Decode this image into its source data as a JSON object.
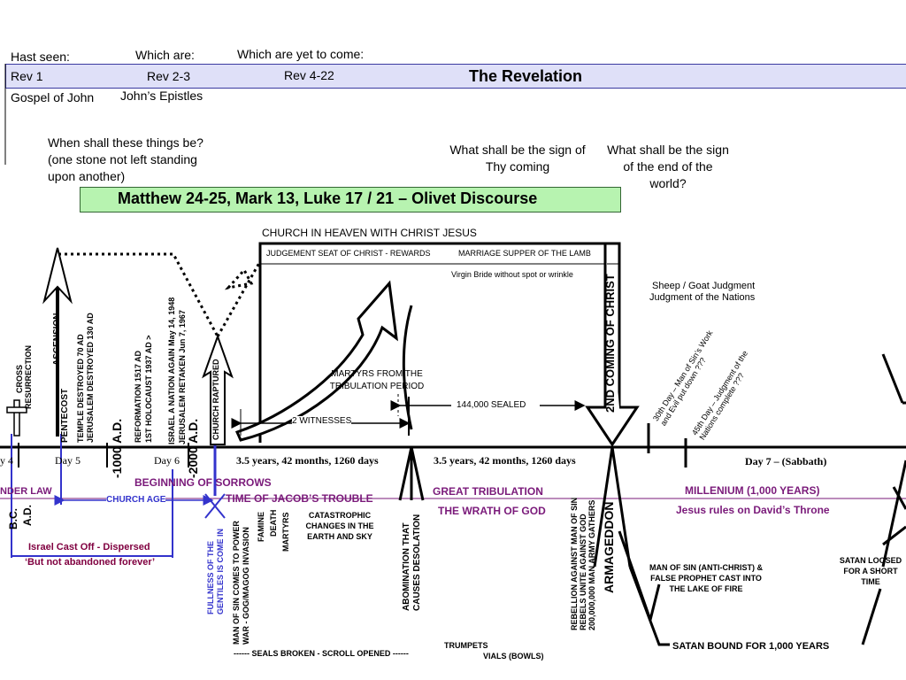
{
  "header": {
    "hast_seen": "Hast seen:",
    "which_are": "Which are:",
    "yet_to_come": "Which are yet to come:",
    "rev1": "Rev 1",
    "rev23": "Rev 2-3",
    "rev422": "Rev 4-22",
    "revelation": "The Revelation",
    "gospel_john": "Gospel of John",
    "johns_epistles": "John’s Epistles"
  },
  "questions": {
    "q1": "When shall these things be?  (one stone not left standing upon another)",
    "q2": "What shall be the sign of Thy coming",
    "q3": "What shall be the sign of the end of the world?"
  },
  "olivet": "Matthew 24-25, Mark 13, Luke 17 / 21 – Olivet Discourse",
  "heaven": {
    "church_in_heaven": "CHURCH IN HEAVEN WITH CHRIST JESUS",
    "judgement_seat": "JUDGEMENT SEAT OF CHRIST - REWARDS",
    "marriage_supper": "MARRIAGE SUPPER OF THE LAMB",
    "virgin_bride": "Virgin Bride without spot or wrinkle"
  },
  "right_labels": {
    "sheep_goat": "Sheep / Goat Judgment",
    "judgment_nations": "Judgment of the Nations",
    "day30": "30th Day – Man of Sin’s Work and Evil put down ???",
    "day45": "45th Day – Judgment of the Nations complete ???",
    "martyrs_trib": "MARTYRS FROM THE TRIBULATION PERIOD",
    "sealed": "144,000 SEALED",
    "two_witnesses": "2 WITNESSES",
    "second_coming": "2ND COMING OF CHRIST"
  },
  "vertical": {
    "cross": "CROSS",
    "resurrection": "RESURRECTION",
    "ascension": "ASCENSION",
    "pentecost": "PENTECOST",
    "temple": "TEMPLE DESTROYED 70 AD",
    "jerusalem": "JERUSALEM DESTROYED 130 AD",
    "ad1000": "-1000 A.D.",
    "reformation": "REFORMATION 1517 AD",
    "holocaust": "1ST HOLOCAUST 1937 AD >",
    "israel_nation": "ISRAEL A NATION AGAIN May 14, 1948",
    "jerusalem_retaken": "JERUSALEM RETAKEN  Jun 7, 1967",
    "ad2000": "-2000 A.D.",
    "raptured": "CHURCH RAPTURED",
    "bc": "B.C.",
    "ad": "A.D.",
    "fullness1": "FULLNESS OF THE",
    "fullness2": "GENTILES IS COME IN",
    "man_of_sin1": "MAN OF SIN COMES TO POWER",
    "man_of_sin2": "WAR - GOG/MAGOG INVASION",
    "famine": "FAMINE",
    "death": "DEATH",
    "martyrs": "MARTYRS",
    "abomination1": "ABOMINATION THAT",
    "abomination2": "CAUSES DESOLATION",
    "rebellion1": "REBELLION AGAINST MAN OF SIN",
    "rebellion2": "REBELS UNITE AGAINST GOD",
    "rebellion3": "200,000,000 MAN ARMY GATHERS",
    "armageddon": "ARMAGEDDON"
  },
  "timeline": {
    "day4": "y 4",
    "day5": "Day 5",
    "day6": "Day 6",
    "years1": "3.5 years, 42 months, 1260 days",
    "years2": "3.5 years, 42 months, 1260 days",
    "day7": "Day 7 – (Sabbath)"
  },
  "periods": {
    "under_law": "NDER LAW",
    "church_age": "CHURCH AGE",
    "beginning_sorrows": "BEGINNING OF SORROWS",
    "jacobs_trouble": "TIME OF JACOB’S TROUBLE",
    "great_trib": "GREAT TRIBULATION",
    "wrath": "THE WRATH OF GOD",
    "millenium": "MILLENIUM  (1,000 YEARS)",
    "davids_throne": "Jesus rules on David’s Throne",
    "israel_cast": "Israel Cast Off - Dispersed",
    "not_abandoned": "‘But not abandoned forever’"
  },
  "bottom": {
    "catastrophic": "CATASTROPHIC CHANGES IN THE EARTH AND SKY",
    "man_of_sin_lake": "MAN OF SIN (ANTI-CHRIST) & FALSE PROPHET CAST INTO THE LAKE OF FIRE",
    "satan_loosed": "SATAN LOOSED FOR A SHORT TIME",
    "satan_bound": "SATAN BOUND FOR 1,000 YEARS",
    "seals": "------ SEALS BROKEN - SCROLL OPENED ------",
    "trumpets": "TRUMPETS",
    "vials": "VIALS (BOWLS)"
  },
  "colors": {
    "band_fill": "#dfe0f8",
    "olivet_fill": "#b7f3b0",
    "purple": "#7a1a7a",
    "blue": "#3333cc"
  }
}
